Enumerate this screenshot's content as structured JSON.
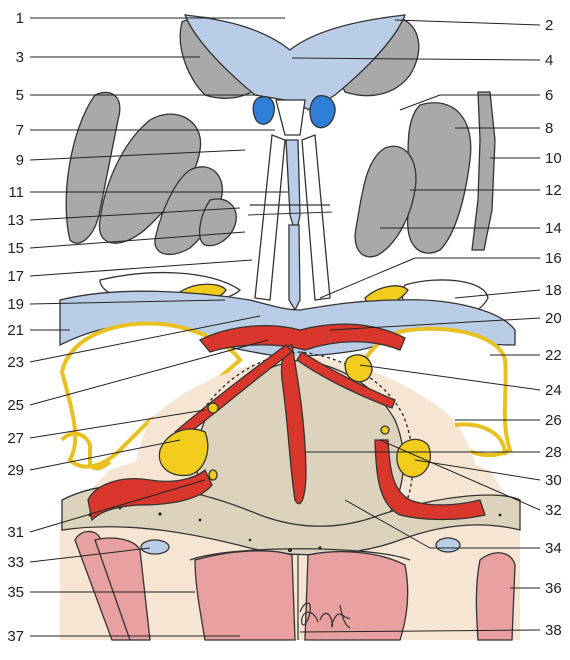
{
  "figure": {
    "labels_left": [
      "1",
      "3",
      "5",
      "7",
      "9",
      "11",
      "13",
      "15",
      "17",
      "19",
      "21",
      "23",
      "25",
      "27",
      "29",
      "31",
      "33",
      "35",
      "37"
    ],
    "labels_right": [
      "2",
      "4",
      "6",
      "8",
      "10",
      "12",
      "14",
      "16",
      "18",
      "20",
      "22",
      "24",
      "26",
      "28",
      "30",
      "32",
      "34",
      "36",
      "38"
    ],
    "signature": "Wolfer"
  },
  "colors": {
    "csf_blue": "#b9cde6",
    "ventricle_blue": "#2f7fd8",
    "gray_matter": "#a9a9a9",
    "artery_red": "#d9372b",
    "nerve_yellow": "#f2cc1c",
    "dura_yellow": "#e8c020",
    "muscle_pink": "#e8a0a0",
    "bone_cream": "#f6e5d2",
    "pituitary_tan": "#ddd3bd"
  }
}
